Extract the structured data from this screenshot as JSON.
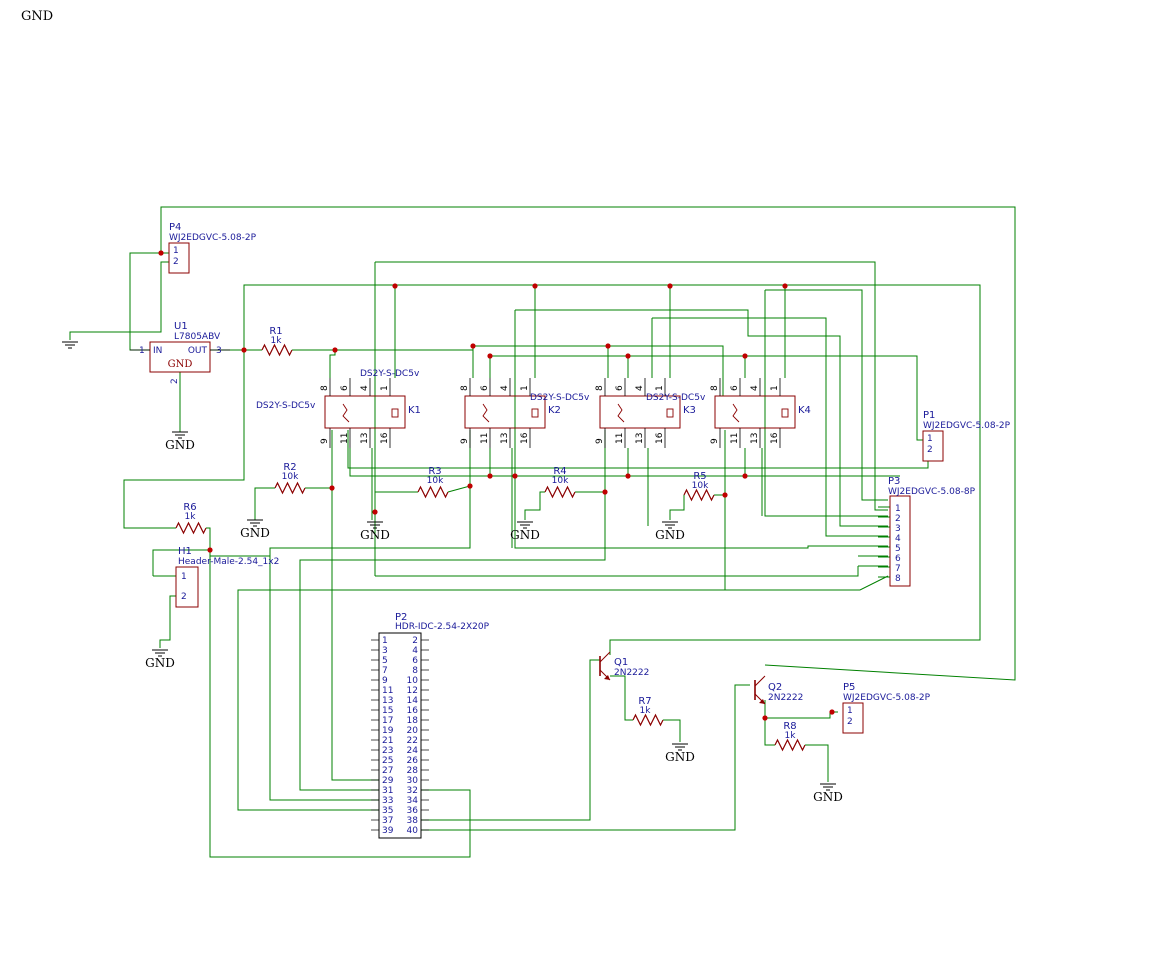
{
  "corner_label": "GND",
  "gnd_label": "GND",
  "components": {
    "u1": {
      "ref": "U1",
      "value": "L7805ABV",
      "pin_in": "IN",
      "pin_out": "OUT",
      "pin_gnd": "GND",
      "num_in": "1",
      "num_out": "3",
      "num_gnd": "2"
    },
    "r1": {
      "ref": "R1",
      "value": "1k"
    },
    "r2": {
      "ref": "R2",
      "value": "10k"
    },
    "r3": {
      "ref": "R3",
      "value": "10k"
    },
    "r4": {
      "ref": "R4",
      "value": "10k"
    },
    "r5": {
      "ref": "R5",
      "value": "10k"
    },
    "r6": {
      "ref": "R6",
      "value": "1k"
    },
    "r7": {
      "ref": "R7",
      "value": "1k"
    },
    "r8": {
      "ref": "R8",
      "value": "1k"
    },
    "p4": {
      "ref": "P4",
      "value": "WJ2EDGVC-5.08-2P"
    },
    "p1": {
      "ref": "P1",
      "value": "WJ2EDGVC-5.08-2P"
    },
    "p5": {
      "ref": "P5",
      "value": "WJ2EDGVC-5.08-2P"
    },
    "p3": {
      "ref": "P3",
      "value": "WJ2EDGVC-5.08-8P"
    },
    "h1": {
      "ref": "H1",
      "value": "Header-Male-2.54_1x2"
    },
    "p2": {
      "ref": "P2",
      "value": "HDR-IDC-2.54-2X20P"
    },
    "q1": {
      "ref": "Q1",
      "value": "2N2222"
    },
    "q2": {
      "ref": "Q2",
      "value": "2N2222"
    },
    "k1": {
      "ref": "K1",
      "value": "DS2Y-S-DC5v"
    },
    "k2": {
      "ref": "K2",
      "value": "DS2Y-S-DC5v"
    },
    "k3": {
      "ref": "K3",
      "value": "DS2Y-S-DC5v"
    },
    "k4": {
      "ref": "K4",
      "value": "DS2Y-S-DC5v"
    }
  },
  "relay_pins_top": [
    "8",
    "6",
    "4",
    "1"
  ],
  "relay_pins_bottom": [
    "9",
    "11",
    "13",
    "16"
  ],
  "conn2_pins": [
    "1",
    "2"
  ],
  "conn8_pins": [
    "1",
    "2",
    "3",
    "4",
    "5",
    "6",
    "7",
    "8"
  ],
  "idc_left_pins": [
    "1",
    "3",
    "5",
    "7",
    "9",
    "11",
    "13",
    "15",
    "17",
    "19",
    "21",
    "23",
    "25",
    "27",
    "29",
    "31",
    "33",
    "35",
    "37",
    "39"
  ],
  "idc_right_pins": [
    "2",
    "4",
    "6",
    "8",
    "10",
    "12",
    "14",
    "16",
    "18",
    "20",
    "22",
    "24",
    "26",
    "28",
    "30",
    "32",
    "34",
    "36",
    "38",
    "40"
  ],
  "colors": {
    "wire": "#008000",
    "body": "#8b0000",
    "text": "#1a1a99",
    "junction": "#c00000"
  }
}
